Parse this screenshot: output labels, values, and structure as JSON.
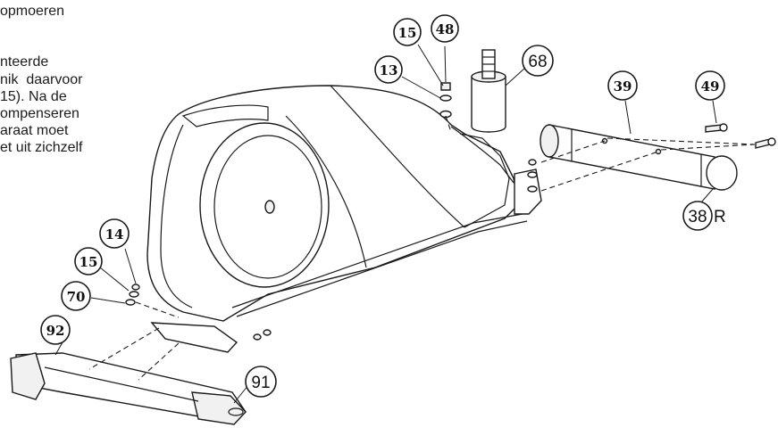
{
  "instructions": {
    "lines": [
      "opmoeren",
      "",
      "nteerde",
      "nik  daarvoor",
      "15). Na de",
      "ompenseren",
      "araat moet",
      "et uit zichzelf"
    ]
  },
  "callouts": {
    "c15_top": "15",
    "c48": "48",
    "c13": "13",
    "c68": "68",
    "c39": "39",
    "c49": "49",
    "c38": "38",
    "c38_suffix": "R",
    "c14": "14",
    "c15_left": "15",
    "c70": "70",
    "c92": "92",
    "c91": "91"
  }
}
